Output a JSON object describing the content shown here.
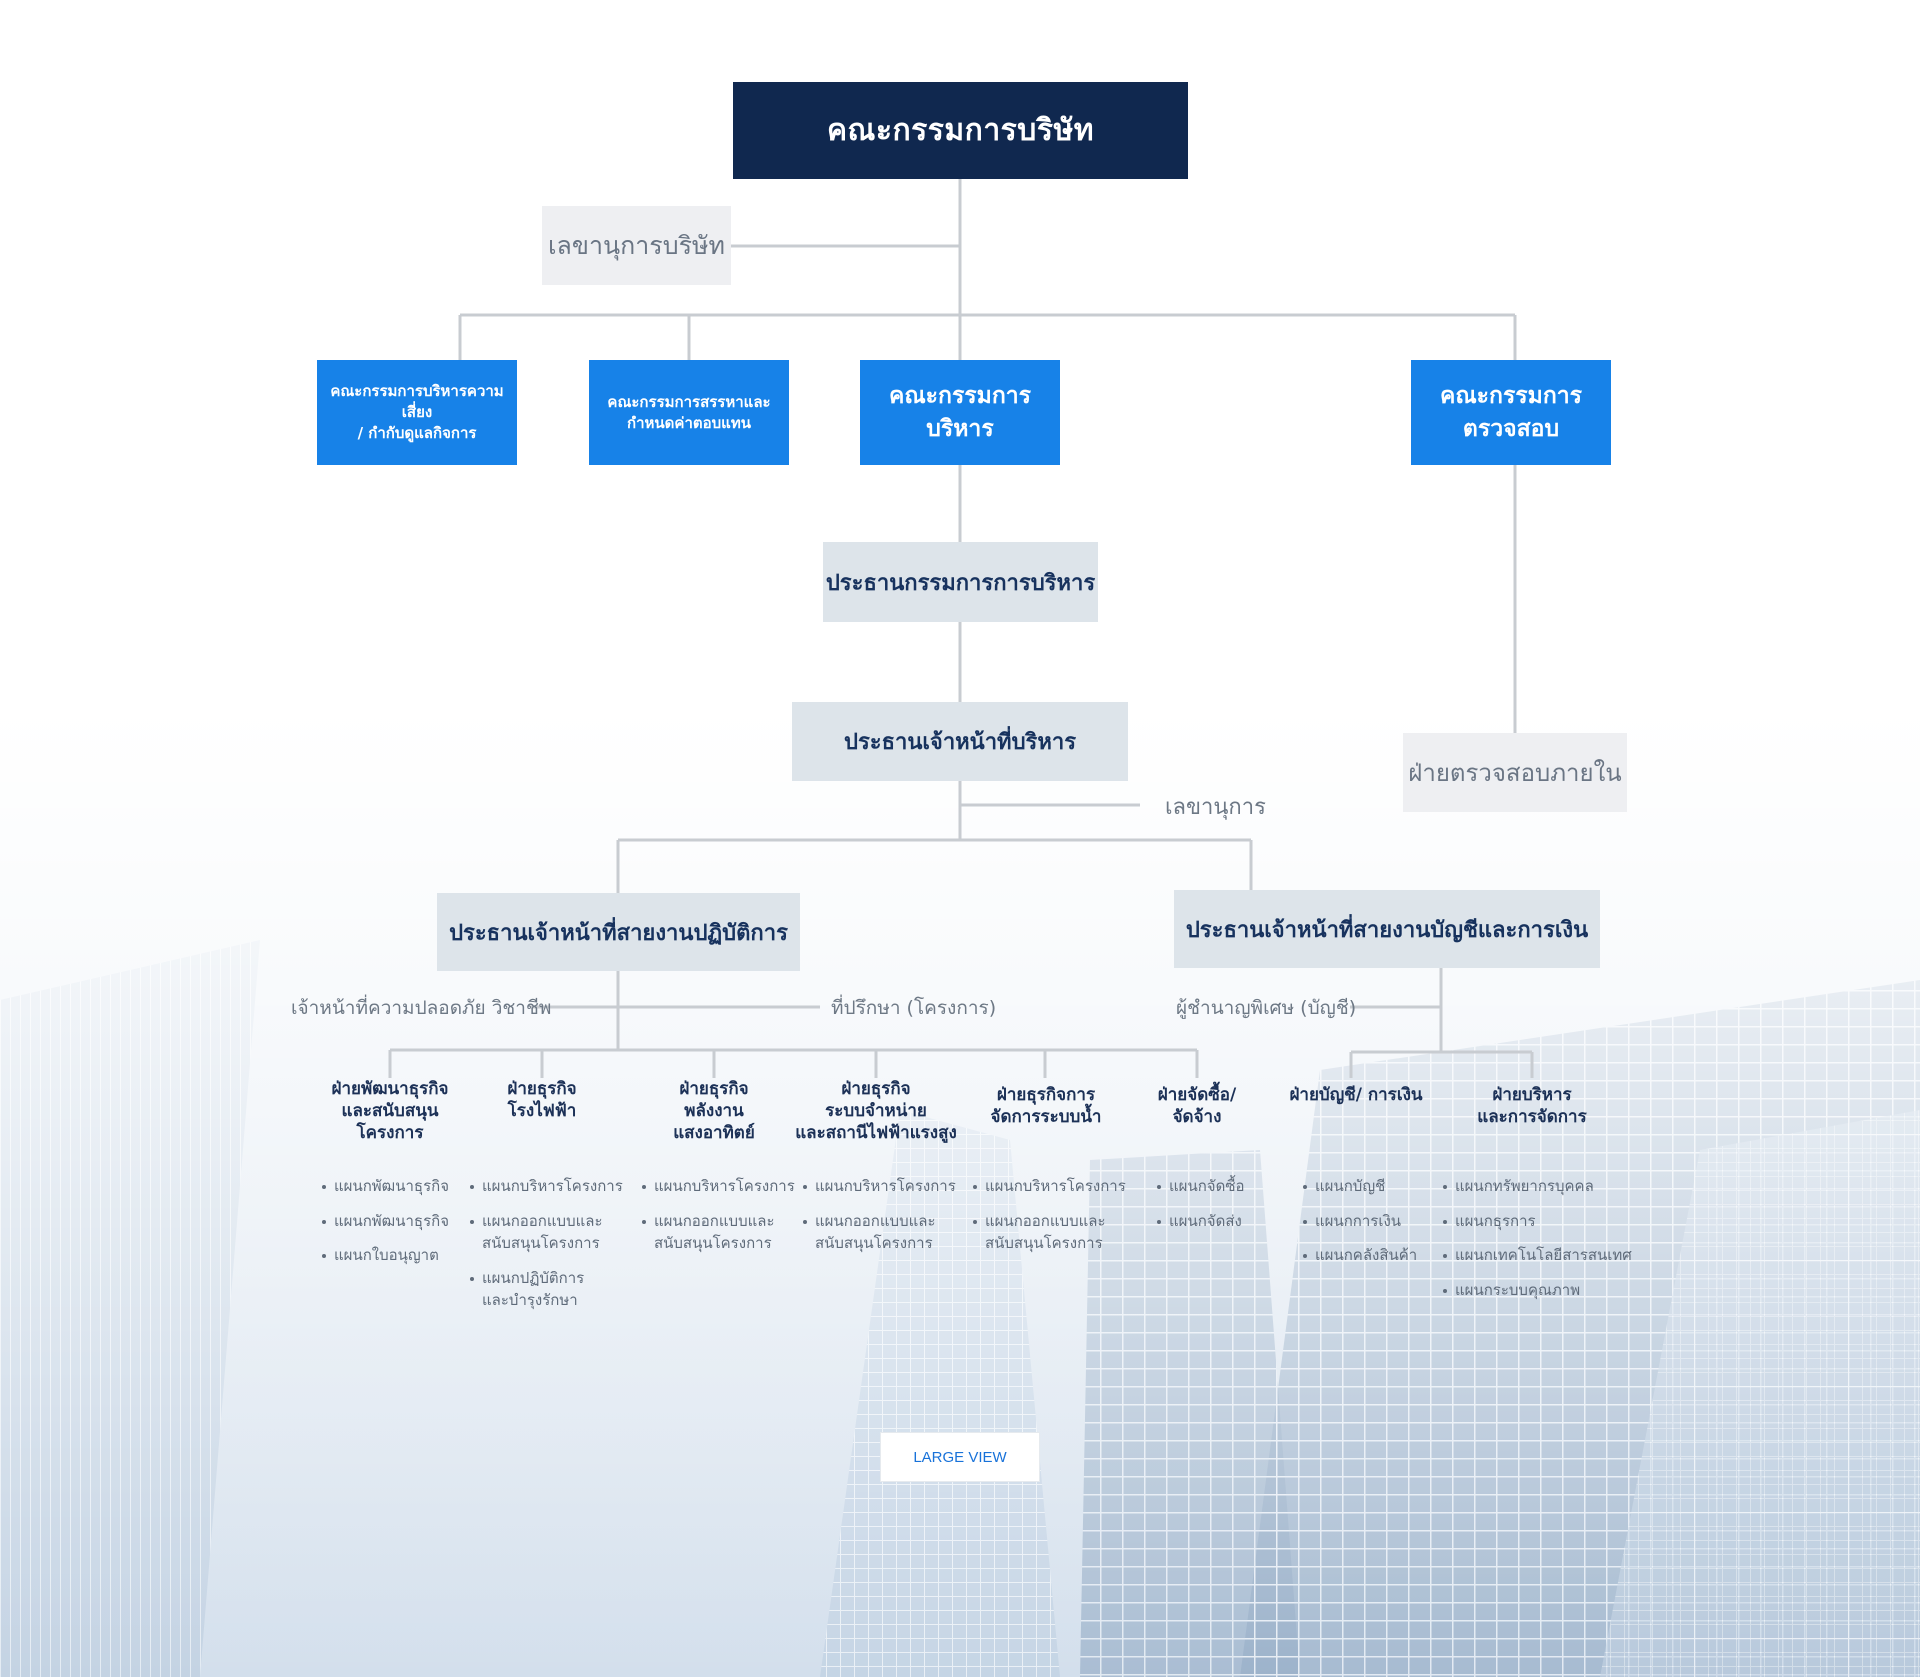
{
  "chart": {
    "root": {
      "label": "คณะกรรมการบริษัท"
    },
    "company_secretary": {
      "label": "เลขานุการบริษัท"
    },
    "committees": [
      {
        "label": "คณะกรรมการบริหารความเสี่ยง\n/ กำกับดูแลกิจการ"
      },
      {
        "label": "คณะกรรมการสรรหาและ\nกำหนดค่าตอบแทน"
      },
      {
        "label": "คณะกรรมการ\nบริหาร"
      },
      {
        "label": "คณะกรรมการ\nตรวจสอบ"
      }
    ],
    "executive_chairman": {
      "label": "ประธานกรรมการการบริหาร"
    },
    "ceo": {
      "label": "ประธานเจ้าหน้าที่บริหาร"
    },
    "ceo_secretary": {
      "label": "เลขานุการ"
    },
    "internal_audit": {
      "label": "ฝ่ายตรวจสอบภายใน"
    },
    "coo": {
      "label": "ประธานเจ้าหน้าที่สายงานปฏิบัติการ"
    },
    "cfo": {
      "label": "ประธานเจ้าหน้าที่สายงานบัญชีและการเงิน"
    },
    "safety_officer": {
      "label": "เจ้าหน้าที่ความปลอดภัย วิชาชีพ"
    },
    "project_advisor": {
      "label": "ที่ปรึกษา (โครงการ)"
    },
    "accounting_specialist": {
      "label": "ผู้ชำนาญพิเศษ (บัญชี)"
    },
    "departments": [
      {
        "title": "ฝ่ายพัฒนาธุรกิจ\nและสนับสนุน\nโครงการ",
        "units": [
          "แผนกพัฒนาธุรกิจ",
          "แผนกพัฒนาธุรกิจ",
          "แผนกใบอนุญาต"
        ]
      },
      {
        "title": "ฝ่ายธุรกิจ\nโรงไฟฟ้า",
        "units": [
          "แผนกบริหารโครงการ",
          "แผนกออกแบบและ\nสนับสนุนโครงการ",
          "แผนกปฏิบัติการ\nและบำรุงรักษา"
        ]
      },
      {
        "title": "ฝ่ายธุรกิจ\nพลังงาน\nแสงอาทิตย์",
        "units": [
          "แผนกบริหารโครงการ",
          "แผนกออกแบบและ\nสนับสนุนโครงการ"
        ]
      },
      {
        "title": "ฝ่ายธุรกิจ\nระบบจำหน่าย\nและสถานีไฟฟ้าแรงสูง",
        "units": [
          "แผนกบริหารโครงการ",
          "แผนกออกแบบและ\nสนับสนุนโครงการ"
        ]
      },
      {
        "title": "ฝ่ายธุรกิจการ\nจัดการระบบน้ำ",
        "units": [
          "แผนกบริหารโครงการ",
          "แผนกออกแบบและ\nสนับสนุนโครงการ"
        ]
      },
      {
        "title": "ฝ่ายจัดซื้อ/\nจัดจ้าง",
        "units": [
          "แผนกจัดซื้อ",
          "แผนกจัดส่ง"
        ]
      },
      {
        "title": "ฝ่ายบัญชี/ การเงิน",
        "units": [
          "แผนกบัญชี",
          "แผนกการเงิน",
          "แผนกคลังสินค้า"
        ]
      },
      {
        "title": "ฝ่ายบริหาร\nและการจัดการ",
        "units": [
          "แผนกทรัพยากรบุคคล",
          "แผนกธุรการ",
          "แผนกเทคโนโลยีสารสนเทศ",
          "แผนกระบบคุณภาพ"
        ]
      }
    ]
  },
  "large_view_button": {
    "label": "LARGE VIEW"
  },
  "theme": {
    "board_color": "#10284f",
    "committee_color": "#1782e8",
    "executive_box_color": "#dde4ea",
    "secondary_box_color": "#eeeff2",
    "connector_color": "#c8ccd1",
    "link_color": "#1872d9"
  }
}
